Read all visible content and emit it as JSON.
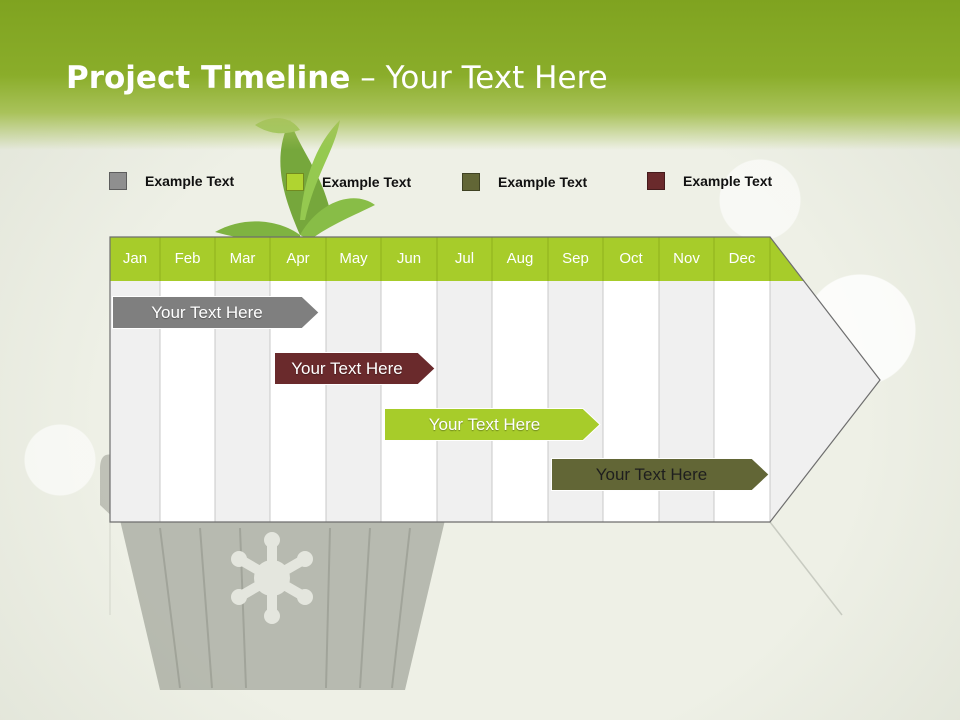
{
  "slide": {
    "title_bold": "Project Timeline",
    "title_rest": " – Your Text Here"
  },
  "legend": [
    {
      "label": "Example Text",
      "color": "#8f8f8f"
    },
    {
      "label": "Example Text",
      "color": "#b0d430"
    },
    {
      "label": "Example Text",
      "color": "#626636"
    },
    {
      "label": "Example Text",
      "color": "#6a2a2c"
    }
  ],
  "timeline": {
    "header_color": "#a7cc2a",
    "months": [
      "Jan",
      "Feb",
      "Mar",
      "Apr",
      "May",
      "Jun",
      "Jul",
      "Aug",
      "Sep",
      "Oct",
      "Nov",
      "Dec"
    ],
    "tasks": [
      {
        "label": "Your  Text Here",
        "color": "#7f7f7f"
      },
      {
        "label": "Your  Text Here",
        "color": "#6a2a2c"
      },
      {
        "label": "Your  Text Here",
        "color": "#a7cc2a"
      },
      {
        "label": "Your  Text Here",
        "color": "#626636"
      }
    ]
  }
}
